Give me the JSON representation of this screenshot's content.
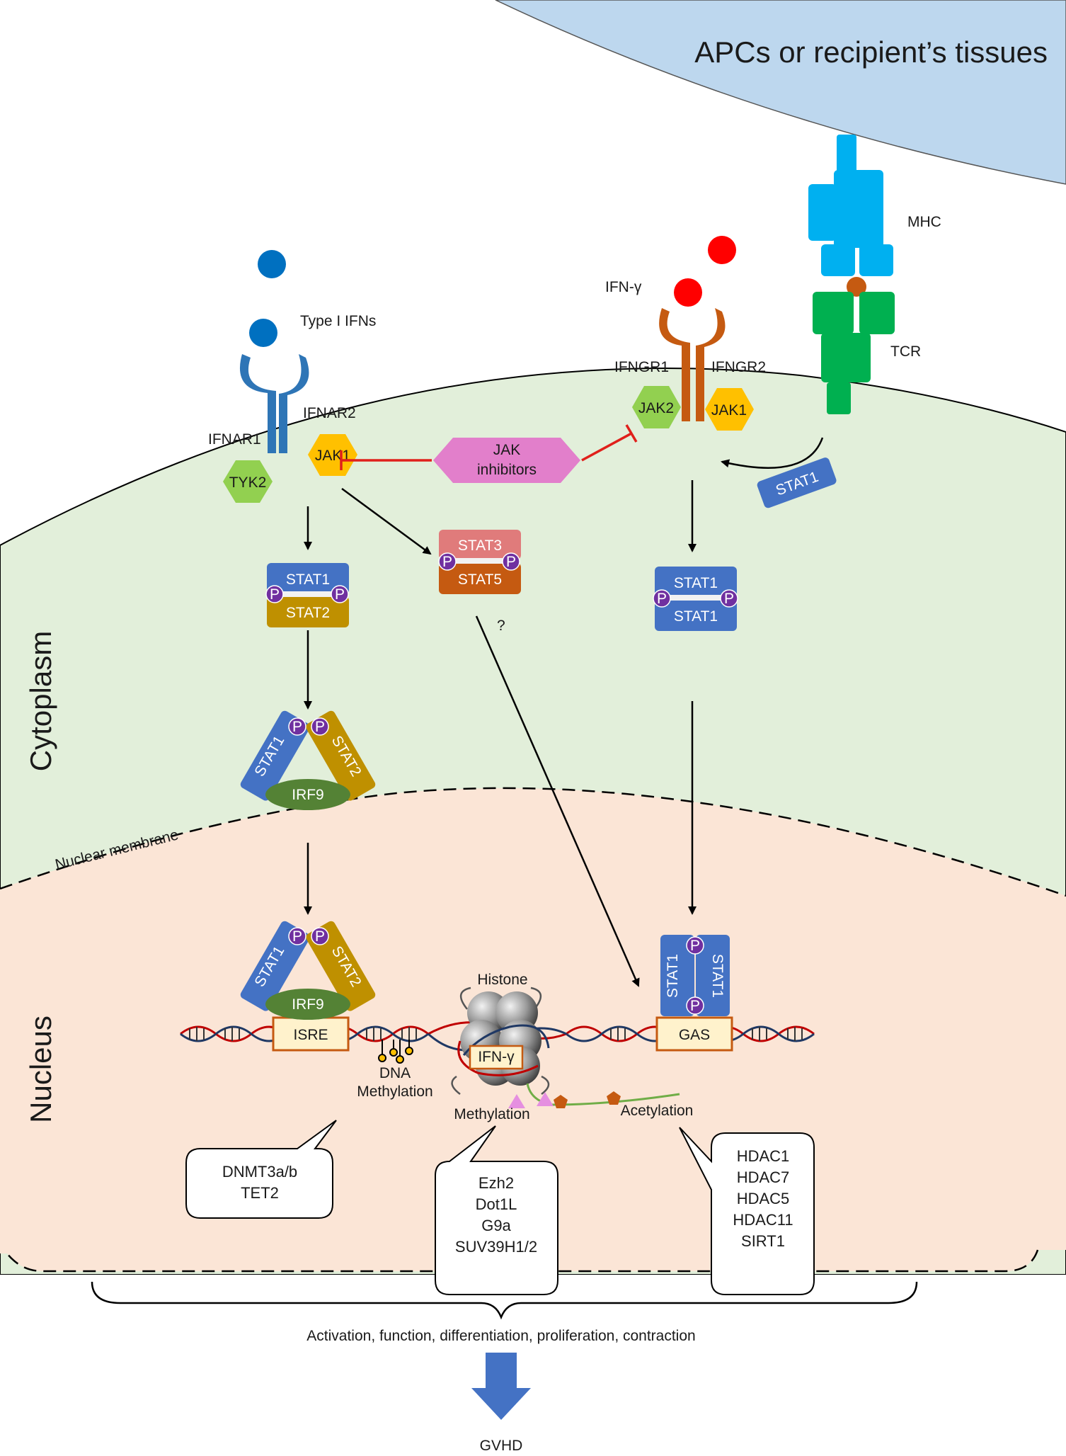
{
  "labels": {
    "apc_tissues": "APCs or recipient’s tissues",
    "mhc": "MHC",
    "tcr": "TCR",
    "type1_ifns": "Type I IFNs",
    "ifn_gamma": "IFN-γ",
    "ifnar1": "IFNAR1",
    "ifnar2": "IFNAR2",
    "ifngr1": "IFNGR1",
    "ifngr2": "IFNGR2",
    "tyk2": "TYK2",
    "jak1": "JAK1",
    "jak2": "JAK2",
    "jak_inhibitors_1": "JAK",
    "jak_inhibitors_2": "inhibitors",
    "stat1": "STAT1",
    "stat2": "STAT2",
    "stat3": "STAT3",
    "stat5": "STAT5",
    "phospho": "P",
    "question": "?",
    "irf9": "IRF9",
    "cytoplasm": "Cytoplasm",
    "nucleus": "Nucleus",
    "nuclear_membrane": "Nuclear membrane",
    "histone": "Histone",
    "isre": "ISRE",
    "gas": "GAS",
    "ifn_gamma_gene": "IFN-γ",
    "dna_methylation_1": "DNA",
    "dna_methylation_2": "Methylation",
    "methylation": "Methylation",
    "acetylation": "Acetylation",
    "outcomes": "Activation, function, differentiation, proliferation, contraction",
    "gvhd": "GVHD"
  },
  "callouts": {
    "dna_enzymes": [
      "DNMT3a/b",
      "TET2"
    ],
    "histone_methyl_enzymes": [
      "Ezh2",
      "Dot1L",
      "G9a",
      "SUV39H1/2"
    ],
    "acetyl_enzymes": [
      "HDAC1",
      "HDAC7",
      "HDAC5",
      "HDAC11",
      "SIRT1"
    ]
  },
  "colors": {
    "apc": "#bdd7ee",
    "cytoplasm": "#e2efda",
    "nucleus": "#fbe5d6",
    "stat1": "#4472c4",
    "stat2": "#bf9000",
    "stat3": "#e07b7b",
    "stat5": "#c55a11",
    "jak1": "#ffc000",
    "jak2_tyk2": "#92d050",
    "irf9": "#548235",
    "phospho": "#7030a0",
    "jak_inhibitors": "#e27fcb",
    "inhibit": "#e0201b",
    "mhc": "#00b0f0",
    "tcr": "#00b050",
    "ifnar": "#2e75b6",
    "ifngr": "#c55a11",
    "ifn_type1": "#0070c0",
    "ifn_gamma": "#ff0000",
    "outcome_arrow": "#4472c4"
  }
}
